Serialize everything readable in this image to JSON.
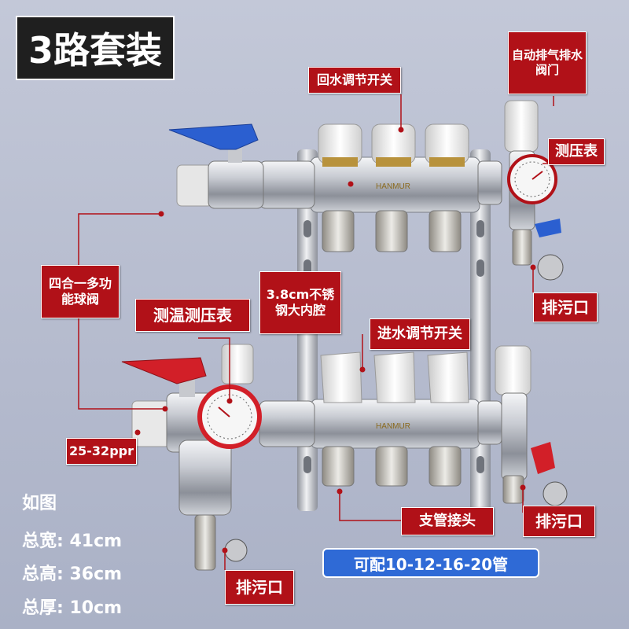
{
  "title": "3路套装",
  "labels": {
    "return_switch": "回水调节开关",
    "auto_vent": "自动排气排水阀门",
    "pressure_gauge": "测压表",
    "drain_top": "排污口",
    "four_in_one": "四合一多功能球阀",
    "stainless": "3.8cm不锈钢大内腔",
    "temp_pressure": "测温测压表",
    "inlet_switch": "进水调节开关",
    "ppr": "25-32ppr",
    "branch_joint": "支管接头",
    "drain_right": "排污口",
    "drain_bottom": "排污口",
    "pipe_options": "可配10-12-16-20管"
  },
  "brand": "HANMUR",
  "specs": {
    "ref": "如图",
    "width_label": "总宽:",
    "width_value": "41cm",
    "height_label": "总高:",
    "height_value": "36cm",
    "depth_label": "总厚:",
    "depth_value": "10cm"
  },
  "colors": {
    "label_red": "#b11118",
    "title_bg": "#1f1f1f",
    "pill_blue": "#2f6ad6",
    "valve_blue": "#2b5fd0",
    "valve_red": "#d21f28",
    "steel": "#d8dade"
  }
}
